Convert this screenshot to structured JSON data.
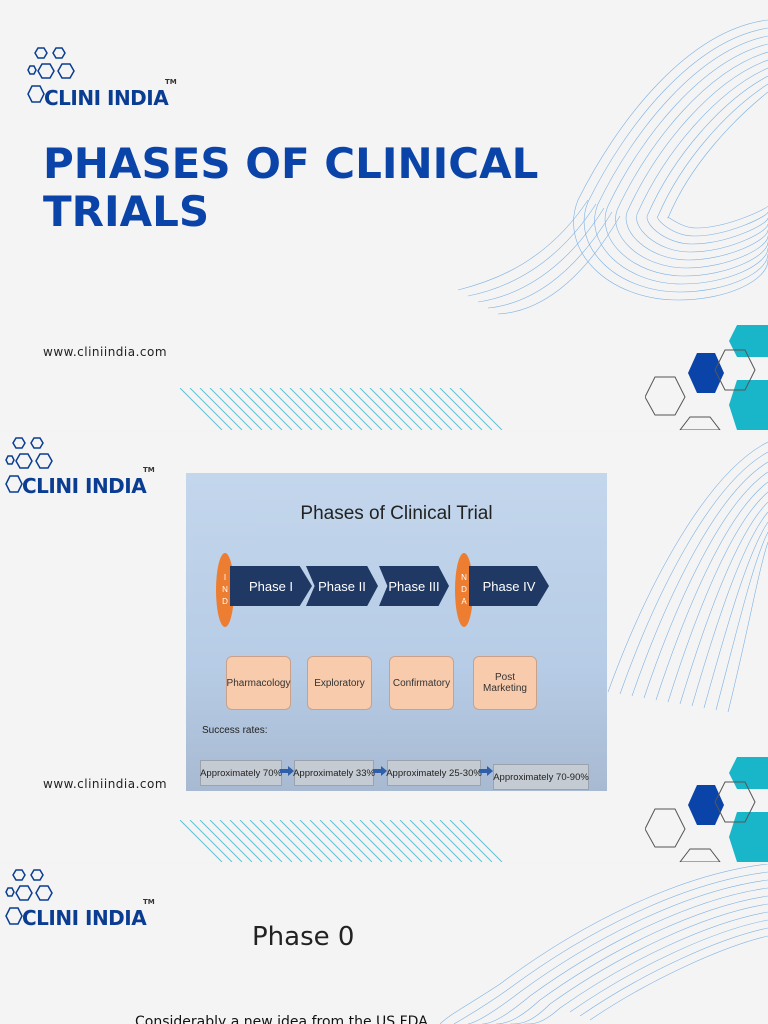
{
  "brand": {
    "name": "CLINI INDIA",
    "tm": "TM"
  },
  "slide1": {
    "title": "PHASES OF CLINICAL TRIALS",
    "url": "www.cliniindia.com"
  },
  "slide2": {
    "url": "www.cliniindia.com",
    "chart": {
      "title": "Phases of Clinical Trial",
      "markers": [
        {
          "letters": [
            "I",
            "N",
            "D"
          ]
        },
        {
          "letters": [
            "N",
            "D",
            "A"
          ]
        }
      ],
      "phases": [
        "Phase I",
        "Phase II",
        "Phase III",
        "Phase IV"
      ],
      "categories": [
        "Pharmacology",
        "Exploratory",
        "Confirmatory",
        "Post Marketing"
      ],
      "success_label": "Success rates:",
      "rates": [
        "Approximately 70%",
        "Approximately 33%",
        "Approximately 25-30%",
        "Approximately 70-90%"
      ]
    }
  },
  "slide3": {
    "heading": "Phase 0",
    "body": "Considerably a new idea from the US FDA"
  },
  "colors": {
    "brand_blue": "#0b44a8",
    "arrow_navy": "#1f3864",
    "marker_orange": "#ed7d31",
    "box_peach": "#f8cbad",
    "wave_blue": "#6aa6e0",
    "hex_teal": "#19b6c9"
  }
}
